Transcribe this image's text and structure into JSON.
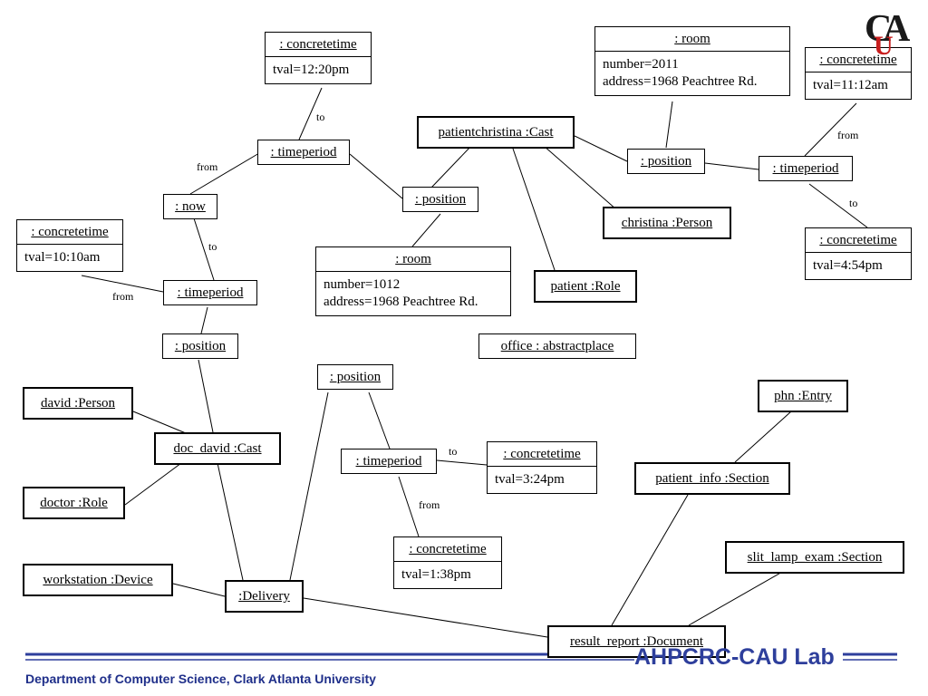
{
  "boxes": {
    "ct_1220": {
      "name": ": concretetime",
      "attrs": [
        "tval=12:20pm"
      ]
    },
    "tp_top": {
      "name": ": timeperiod"
    },
    "now": {
      "name": ": now"
    },
    "ct_1010": {
      "name": ": concretetime",
      "attrs": [
        "tval=10:10am"
      ]
    },
    "tp_left": {
      "name": ": timeperiod"
    },
    "pos_left": {
      "name": ": position"
    },
    "pos_center": {
      "name": ": position"
    },
    "room_1012": {
      "name": ": room",
      "attrs": [
        "number=1012",
        "address=1968 Peachtree Rd."
      ]
    },
    "cast_christina": {
      "name": "patientchristina  :Cast"
    },
    "room_2011": {
      "name": ": room",
      "attrs": [
        "number=2011",
        "address=1968 Peachtree Rd."
      ]
    },
    "pos_right": {
      "name": ": position"
    },
    "ct_1112": {
      "name": ": concretetime",
      "attrs": [
        "tval=11:12am"
      ]
    },
    "tp_right": {
      "name": ": timeperiod"
    },
    "ct_454": {
      "name": ": concretetime",
      "attrs": [
        "tval=4:54pm"
      ]
    },
    "christina_person": {
      "name": "christina  :Person"
    },
    "patient_role": {
      "name": "patient  :Role"
    },
    "office": {
      "name": "office   : abstractplace"
    },
    "david_person": {
      "name": "david  :Person"
    },
    "doc_david": {
      "name": "doc_david  :Cast"
    },
    "doctor_role": {
      "name": "doctor  :Role"
    },
    "pos_mid": {
      "name": ": position"
    },
    "tp_mid": {
      "name": ": timeperiod"
    },
    "ct_324": {
      "name": ": concretetime",
      "attrs": [
        "tval=3:24pm"
      ]
    },
    "ct_138": {
      "name": ": concretetime",
      "attrs": [
        "tval=1:38pm"
      ]
    },
    "phn_entry": {
      "name": "phn  :Entry"
    },
    "patient_info": {
      "name": "patient_info  :Section"
    },
    "slit_lamp": {
      "name": "slit_lamp_exam  :Section"
    },
    "workstation": {
      "name": "workstation  :Device"
    },
    "delivery": {
      "name": ":Delivery"
    },
    "result_report": {
      "name": "result_report  :Document"
    }
  },
  "edge_labels": {
    "to_top": "to",
    "from_top": "from",
    "to_left": "to",
    "from_left": "from",
    "from_right": "from",
    "to_right": "to",
    "to_mid": "to",
    "from_mid": "from"
  },
  "logo": {
    "letter_c": "C",
    "letter_a": "A",
    "letter_u": "U"
  },
  "lab_title": "AHPCRC-CAU Lab",
  "footer": "Department of Computer Science, Clark Atlanta University",
  "colors": {
    "lab": "#2e3f9c",
    "footer": "#1f2f8a",
    "logo_u": "#c81e1e",
    "rule": "#2e3f9c"
  }
}
